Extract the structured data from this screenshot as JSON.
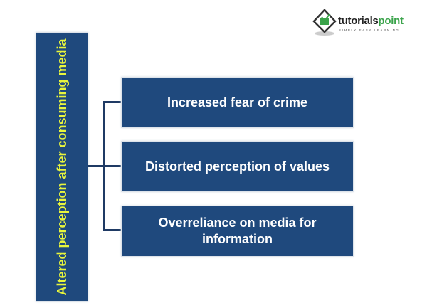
{
  "logo": {
    "name_part1": "tutorials",
    "name_part2": "point",
    "tagline": "SIMPLY EASY LEARNING"
  },
  "diagram": {
    "root": "Altered perception after consuming media",
    "children": [
      "Increased fear of crime",
      "Distorted perception of values",
      "Overreliance on media for information"
    ]
  },
  "colors": {
    "box": "#1f497d",
    "root_text": "#e8f53c",
    "connector": "#1f3a64"
  }
}
